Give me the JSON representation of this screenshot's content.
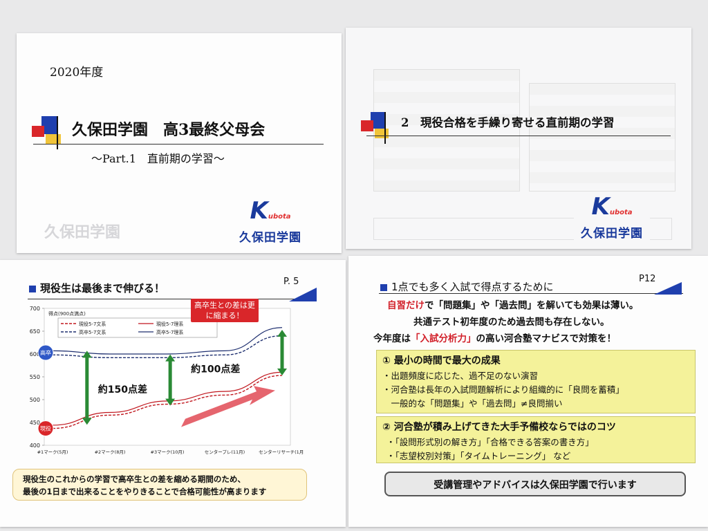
{
  "slide1": {
    "year": "2020年度",
    "title": "久保田学園　高3最終父母会",
    "subtitle": "～Part.1　直前期の学習～",
    "logo_mark": "K",
    "logo_mark_small": "ubota",
    "logo_text": "久保田学園"
  },
  "slide2": {
    "title": "2　現役合格を手繰り寄せる直前期の学習",
    "logo_mark": "K",
    "logo_mark_small": "ubota",
    "logo_text": "久保田学園"
  },
  "slide3": {
    "title": "現役生は最後まで伸びる！",
    "page": "P. 5",
    "callout": "高卒生との差は更に縮まる！",
    "label_150": "約150点差",
    "label_100": "約100点差",
    "badge_kousotsu": "高卒",
    "badge_geneki": "現役",
    "note_line1": "現役生のこれからの学習で高卒生との差を縮める期間のため、",
    "note_line2": "最後の1日まで出来ることをやりきることで合格可能性が高まります",
    "chart_data": {
      "type": "line",
      "title": "",
      "ylabel": "得点(900点満点)",
      "xlabel": "",
      "ylim": [
        400,
        700
      ],
      "yticks": [
        "700",
        "650",
        "600",
        "550",
        "500",
        "450",
        "400"
      ],
      "categories": [
        "#1マーク(5月)",
        "#2マーク(8月)",
        "#3マーク(10月)",
        "センタープレ(11月)",
        "センターリサーチ(1月)"
      ],
      "legend": [
        "現役5-7文系",
        "現役5-7理系",
        "高卒5-7文系",
        "高卒5-7理系"
      ],
      "series": [
        {
          "name": "現役5-7文系",
          "values": [
            437,
            466,
            490,
            510,
            553
          ]
        },
        {
          "name": "現役5-7理系",
          "values": [
            444,
            472,
            497,
            518,
            560
          ]
        },
        {
          "name": "高卒5-7文系",
          "values": [
            598,
            592,
            592,
            598,
            640
          ]
        },
        {
          "name": "高卒5-7理系",
          "values": [
            607,
            600,
            600,
            607,
            658
          ]
        }
      ]
    }
  },
  "slide4": {
    "title": "1点でも多く入試で得点するために",
    "page": "P12",
    "line1_red": "自習だけ",
    "line1_rest": "で「問題集」や「過去問」を解いても効果は薄い。",
    "line2": "共通テスト初年度のため過去問も存在しない。",
    "line3_pre": "今年度は",
    "line3_red": "「入試分析力」",
    "line3_post": "の高い河合塾マナビスで対策を！",
    "box1_head": "① 最小の時間で最大の成果",
    "box1_items": [
      "・出題頻度に応じた、過不足のない演習",
      "・河合塾は長年の入試問題解析により組織的に「良問を蓄積」",
      "　一般的な「問題集」や「過去問」≠良問揃い"
    ],
    "box2_head": "② 河合塾が積み上げてきた大手予備校ならではのコツ",
    "box2_items": [
      "・「設問形式別の解き方」「合格できる答案の書き方」",
      "・「志望校別対策」「タイムトレーニング」 など"
    ],
    "footer": "受講管理やアドバイスは久保田学園で行います"
  },
  "colors": {
    "accent_blue": "#1f3fae",
    "accent_red": "#d9262a",
    "accent_yellow": "#f0c43a"
  }
}
